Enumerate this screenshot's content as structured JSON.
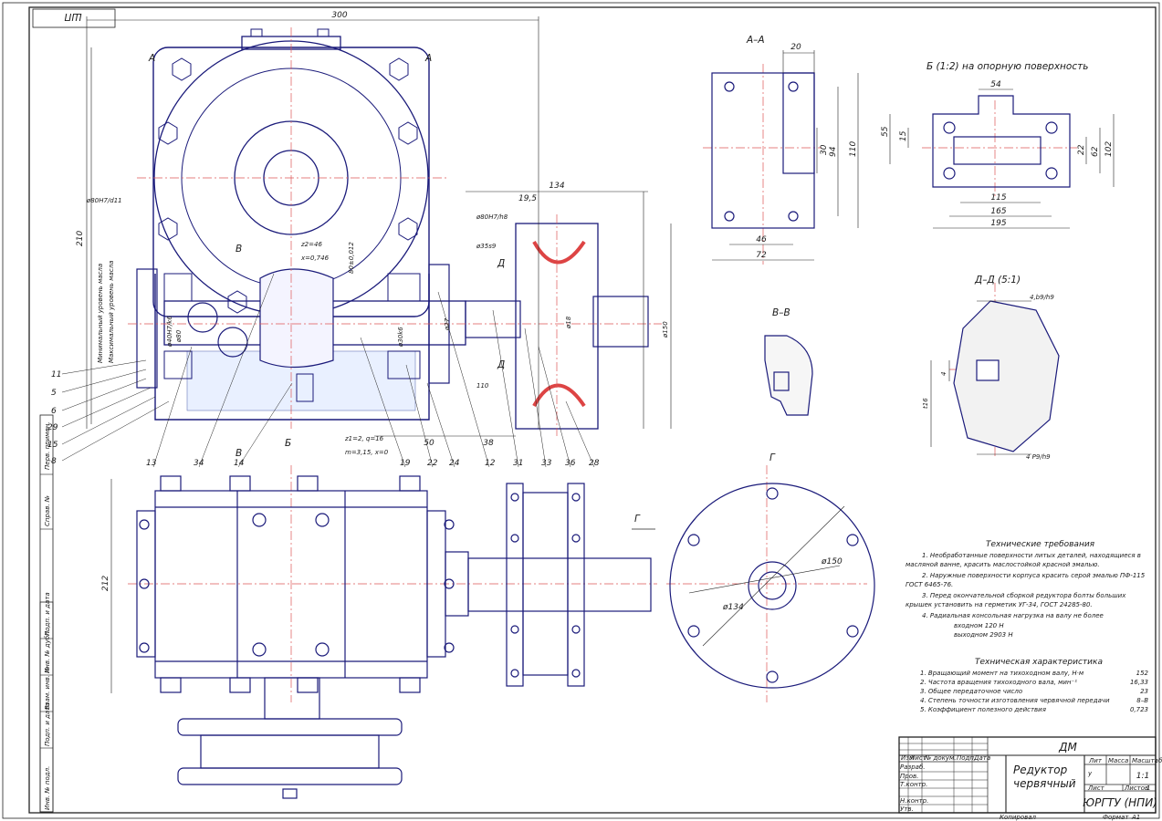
{
  "stamp": {
    "top_left": "ШП"
  },
  "dims": {
    "d300": "300",
    "d210": "210",
    "d212": "212",
    "d134": "134",
    "d19_5": "19,5",
    "d80h7d11": "ø80H7/d11",
    "d80h7h8": "ø80H7/h8",
    "d35s9": "ø35s9",
    "d150": "ø150",
    "d134c": "ø134",
    "d150c": "ø150",
    "d50": "50",
    "d38": "38",
    "d110": "110",
    "d80": "ø80",
    "d27": "ø27",
    "d18": "ø18",
    "dk6": "ø30k6",
    "d40": "ø40H7/k6",
    "d112": "80±0,012"
  },
  "gear_params": {
    "top1": "z2=46",
    "top2": "x=0,746",
    "bottom1": "z1=2, q=16",
    "bottom2": "m=3,15, x=0"
  },
  "side_labels": {
    "max_oil": "Максимальный уровень масла",
    "min_oil": "Минимальный уровень масла"
  },
  "section_marks": {
    "a_left": "A",
    "a_right": "A",
    "v_top": "B",
    "v_bottom": "B",
    "d_top": "Д",
    "d_bottom": "Д",
    "b_mark": "Б",
    "g_mark": "Г",
    "g_arrow": "Г"
  },
  "leaders": {
    "left": [
      "11",
      "5",
      "6",
      "29",
      "15",
      "8"
    ],
    "bottom": [
      "13",
      "34",
      "14",
      "19",
      "22",
      "24",
      "12",
      "31",
      "33",
      "36",
      "28"
    ]
  },
  "view_titles": {
    "aa": "А–А",
    "b": "Б (1:2) на опорную поверхность",
    "vv": "В–В",
    "dd": "Д–Д (5:1)",
    "g": "Г"
  },
  "aa_dims": {
    "w20": "20",
    "h30": "30",
    "h94": "94",
    "h110": "110",
    "b46": "46",
    "b72": "72"
  },
  "b_dims": {
    "w54": "54",
    "l55": "55",
    "l15": "15",
    "r22": "22",
    "r62": "62",
    "r102": "102",
    "b115": "115",
    "b165": "165",
    "b195": "195"
  },
  "dd_dims": {
    "top": "4,b9/h9",
    "left4": "4",
    "left16": "t16",
    "bottom": "4 P9/h9"
  },
  "tech_req": {
    "title": "Технические требования",
    "lines": [
      "1. Необработанные поверхности литых деталей, находящиеся в",
      "масляной ванне, красить маслостойкой красной эмалью.",
      "2. Наружные поверхности корпуса красить серой эмалью ПФ-115",
      "ГОСТ 6465-76.",
      "3. Перед окончательной сборкой редуктора болты больших",
      "крышек установить на герметик УГ-34, ГОСТ 24285-80.",
      "4. Радиальная консольная нагрузка на валу не более",
      "входном                 120 Н",
      "выходном               2903 Н"
    ]
  },
  "tech_char": {
    "title": "Техническая характеристика",
    "rows": [
      {
        "label": "1. Вращающий момент на тихоходном валу, Н·м",
        "value": "152"
      },
      {
        "label": "2. Частота вращения тихоходного вала, мин⁻¹",
        "value": "16,33"
      },
      {
        "label": "3. Общее передаточное число",
        "value": "23"
      },
      {
        "label": "4. Степень точности изготовления червячной передачи",
        "value": "8–В"
      },
      {
        "label": "5. Коэффициент полезного действия",
        "value": "0,723"
      }
    ]
  },
  "title_block": {
    "code": "ДМ",
    "name1": "Редуктор",
    "name2": "червячный",
    "lit_h": "Лит",
    "mass_h": "Масса",
    "scale_h": "Масштаб",
    "lit_v": "у",
    "scale_v": "1:1",
    "sheet": "Лист",
    "sheets": "Листов",
    "sheets_v": "1",
    "org": "ЮРГТУ (НПИ)",
    "copied": "Копировал",
    "format": "Формат",
    "format_v": "А1",
    "rows_left": [
      "Изм",
      "Лист",
      "№ докум.",
      "Подп.",
      "Дата"
    ],
    "roles": [
      "Разраб.",
      "Пров.",
      "Т.контр.",
      "",
      "Н.контр.",
      "Утв."
    ]
  },
  "left_strip": [
    "Перв. примен.",
    "Справ. №",
    "Подп. и дата",
    "Инв. № дубл.",
    "Взам. инв. №",
    "Подп. и дата",
    "Инв. № подл."
  ]
}
